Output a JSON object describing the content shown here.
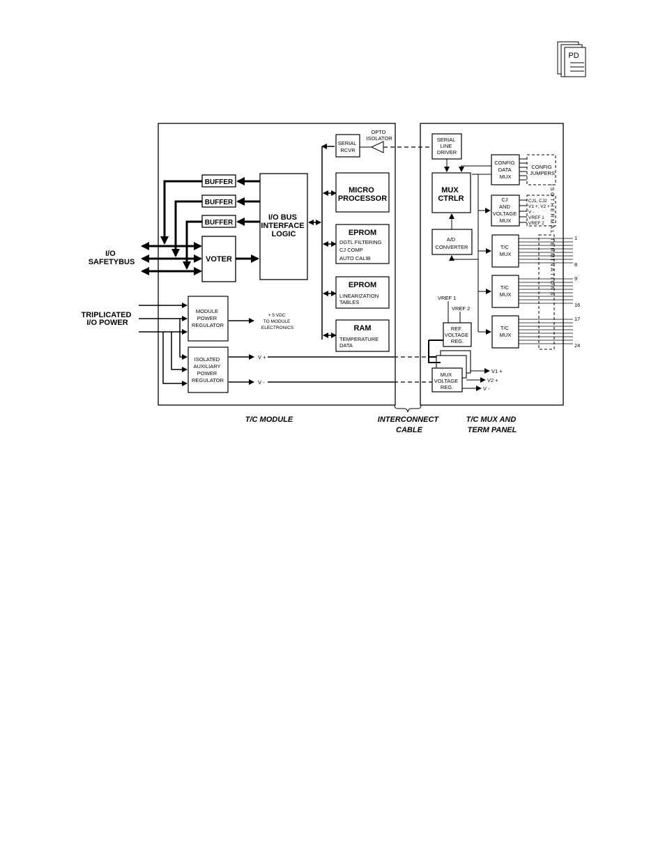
{
  "pdf_icon": {
    "label": "PD"
  },
  "left_side": {
    "io_label": [
      "I/O",
      "SAFETYBUS"
    ],
    "power_label": [
      "TRIPLICATED",
      "I/O  POWER"
    ]
  },
  "tc_module": {
    "caption": "T/C  MODULE",
    "buffers": [
      "BUFFER",
      "BUFFER",
      "BUFFER"
    ],
    "voter": "VOTER",
    "bus_logic": [
      "I/O  BUS",
      "INTERFACE",
      "LOGIC"
    ],
    "serial_rcvr": [
      "SERIAL",
      "RCVR"
    ],
    "opto": [
      "OPTO",
      "ISOLATOR"
    ],
    "microprocessor": [
      "MICRO",
      "PROCESSOR"
    ],
    "eprom1": {
      "title": "EPROM",
      "lines": [
        "DGTL  FILTERING",
        "CJ  COMP",
        "AUTO  CALIB"
      ]
    },
    "eprom2": {
      "title": "EPROM",
      "lines": [
        "LINEARIZATION",
        "TABLES"
      ]
    },
    "ram": {
      "title": "RAM",
      "lines": [
        "TEMPERATURE",
        "DATA"
      ]
    },
    "module_power": [
      "MODULE",
      "POWER",
      "REGULATOR"
    ],
    "vdc_note": [
      "+ 5  VDC",
      "TO  MODULE",
      "ELECTRONICS"
    ],
    "aux_power": [
      "ISOLATED",
      "AUXILIARY",
      "POWER",
      "REGULATOR"
    ],
    "v_plus": "V  +",
    "v_minus": "V  -"
  },
  "interconnect": {
    "caption": [
      "INTERCONNECT",
      "CABLE"
    ]
  },
  "term_panel": {
    "caption": [
      "T/C  MUX  AND",
      "TERM  PANEL"
    ],
    "serial_driver": [
      "SERIAL",
      "LINE",
      "DRIVER"
    ],
    "mux_ctrlr": [
      "MUX",
      "CTRLR"
    ],
    "config_mux": [
      "CONFIG",
      "DATA",
      "MUX"
    ],
    "config_jumpers": [
      "CONFIG",
      "JUMPERS"
    ],
    "cj_mux": [
      "CJ",
      "AND",
      "VOLTAGE",
      "MUX"
    ],
    "cj_inputs": [
      "CJ1,  CJ2",
      "V1  +,  V2  +",
      "V  -",
      "VREF  1",
      "VREF  2"
    ],
    "ad": [
      "A/D",
      "CONVERTER"
    ],
    "tc_mux": [
      "T/C",
      "MUX"
    ],
    "vref1": "VREF  1",
    "vref2": "VREF  2",
    "ref_reg": [
      "REF.",
      "VOLTAGE",
      "REG."
    ],
    "mux_reg": [
      "MUX",
      "VOLTAGE",
      "REG."
    ],
    "reg_outputs": [
      "V1  +",
      "V2  +",
      "V  -"
    ],
    "isothermal": "ISOTHERMAL TERMINATIONS",
    "term_numbers": [
      "1",
      "8",
      "9",
      "16",
      "17",
      "24"
    ]
  }
}
